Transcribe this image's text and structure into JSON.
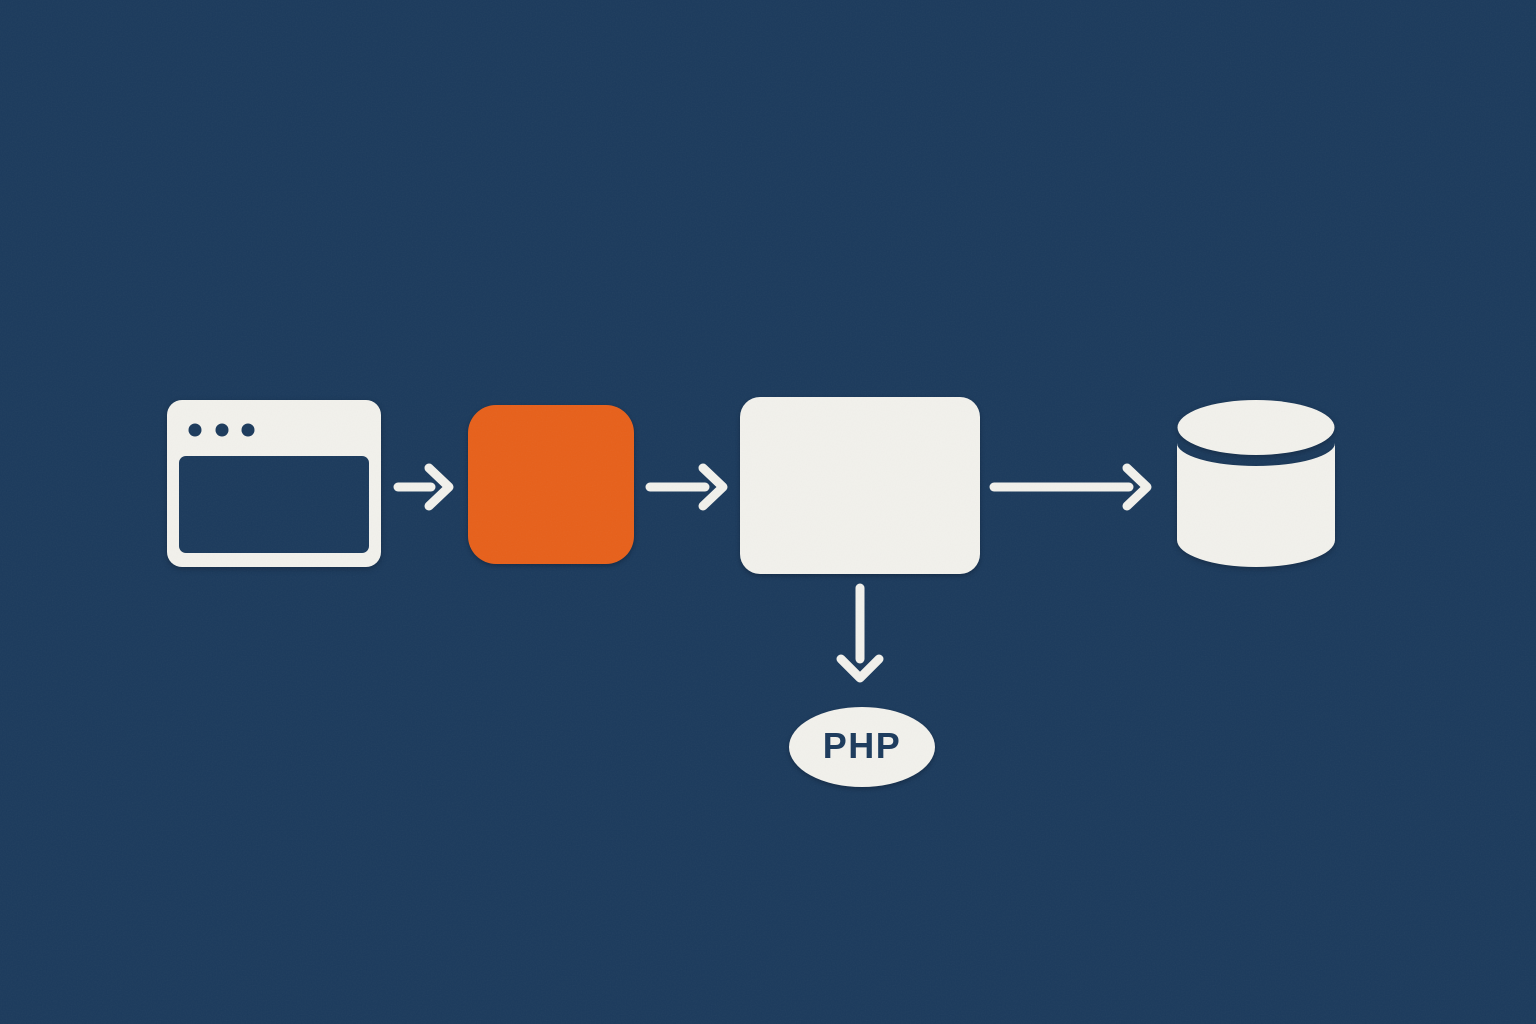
{
  "colors": {
    "background": "#1b3a5c",
    "foreground": "#f2f1ec",
    "accent": "#e7601a",
    "badge_text": "#1b3a5c"
  },
  "diagram": {
    "flow_nodes": [
      {
        "icon": "browser-window-icon"
      },
      {
        "icon": "orange-square-node"
      },
      {
        "icon": "white-panel-node"
      },
      {
        "icon": "database-icon"
      }
    ],
    "connectors": [
      {
        "icon": "arrow-right-icon",
        "from": "browser-window-icon",
        "to": "orange-square-node"
      },
      {
        "icon": "arrow-right-icon",
        "from": "orange-square-node",
        "to": "white-panel-node"
      },
      {
        "icon": "arrow-right-icon",
        "from": "white-panel-node",
        "to": "database-icon"
      },
      {
        "icon": "arrow-down-icon",
        "from": "white-panel-node",
        "to": "php-badge"
      }
    ],
    "badge": {
      "label": "PHP"
    }
  }
}
